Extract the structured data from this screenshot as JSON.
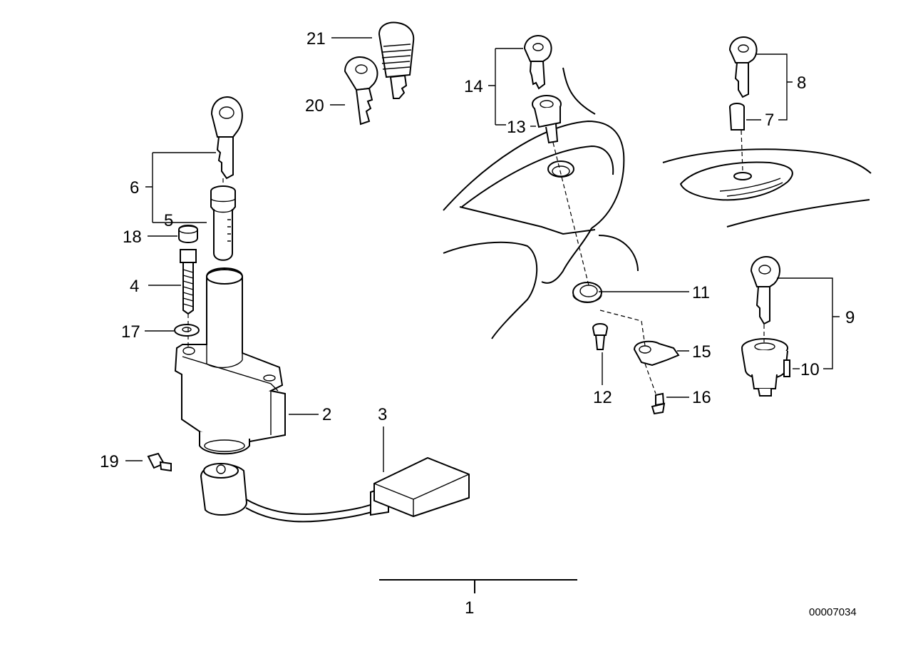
{
  "diagram": {
    "labels": {
      "l1": "1",
      "l2": "2",
      "l3": "3",
      "l4": "4",
      "l5": "5",
      "l6": "6",
      "l7": "7",
      "l8": "8",
      "l9": "9",
      "l10": "10",
      "l11": "11",
      "l12": "12",
      "l13": "13",
      "l14": "14",
      "l15": "15",
      "l16": "16",
      "l17": "17",
      "l18": "18",
      "l19": "19",
      "l20": "20",
      "l21": "21"
    },
    "reference_number": "00007034"
  }
}
